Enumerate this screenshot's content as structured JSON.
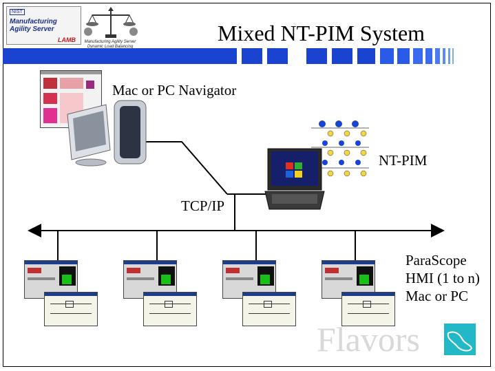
{
  "title": "Mixed NT-PIM System",
  "logos": {
    "mas_top": "NIST",
    "mas_name": "Manufacturing Agility Server",
    "mas_lamb": "LAMB",
    "dls_caption": "Manufacturing Agility Server Dynamic Load Balancing"
  },
  "labels": {
    "navigator": "Mac or PC Navigator",
    "ntpim": "NT-PIM",
    "tcpip": "TCP/IP",
    "hmi_lines": [
      "ParaScope",
      "HMI (1 to n)",
      "Mac or PC"
    ],
    "watermark": "Flavors"
  },
  "colors": {
    "header_blue": "#1a44d0",
    "stripe_blue": "#2a5ae8",
    "watermark": "#d8d8d8",
    "flavors_logo": "#22b8c8"
  },
  "icons": {
    "network": "network-bus-line",
    "computer": "desktop-computer-icon",
    "laptop": "laptop-icon",
    "hmi": "hmi-screenshot-icon",
    "flavors": "flavors-logo-icon"
  }
}
